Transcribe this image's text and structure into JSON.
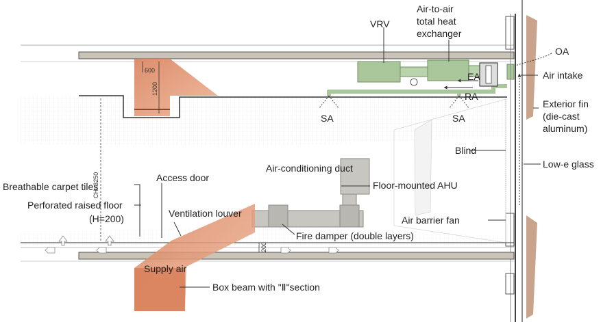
{
  "labels": {
    "vrv": "VRV",
    "hx_line1": "Air-to-air",
    "hx_line2": "total heat",
    "hx_line3": "exchanger",
    "oa": "OA",
    "air_intake": "Air intake",
    "ea": "EA",
    "ra": "RA",
    "sa_left": "SA",
    "sa_right": "SA",
    "fin_line1": "Exterior fin",
    "fin_line2": "(die-cast",
    "fin_line3": "aluminum)",
    "blind": "Blind",
    "low_e": "Low-e glass",
    "ac_duct": "Air-conditioning duct",
    "ahu": "Floor-mounted AHU",
    "access_door": "Access door",
    "carpet": "Breathable carpet tiles",
    "raised_floor": "Perforated raised floor",
    "raised_floor_h": "(H=200)",
    "louver": "Ventilation louver",
    "fire_damper": "Fire damper (double layers)",
    "barrier_fan": "Air barrier fan",
    "supply_air": "Supply air",
    "box_beam": "Box beam with \"Ⅱ\"section"
  },
  "dimensions": {
    "beam_top": "600",
    "beam_depth": "1200",
    "ceiling_height": "CH=3250",
    "floor_h": "200"
  },
  "colors": {
    "beam": "#e8a07e",
    "slab": "#c9c3b8",
    "equipment": "#a9c79a",
    "ahu": "#c8c6c1",
    "fin": "#c9a38c"
  }
}
